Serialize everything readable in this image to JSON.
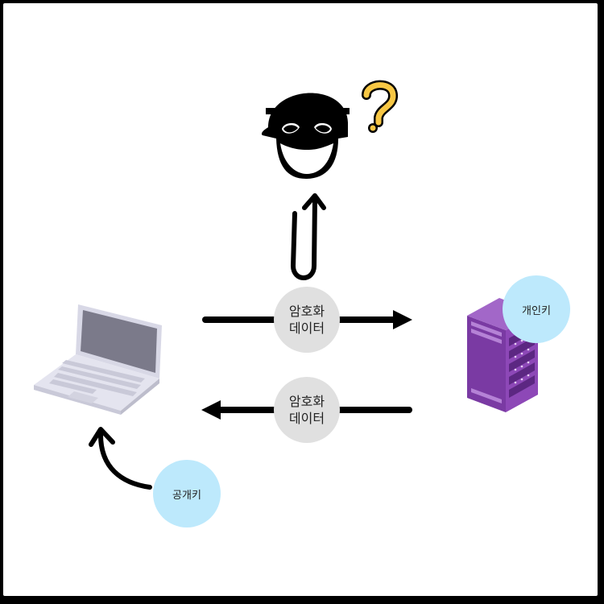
{
  "labels": {
    "encrypted_top": [
      "암호화",
      "데이터"
    ],
    "encrypted_bottom": [
      "암호화",
      "데이터"
    ],
    "private_key": "개인키",
    "public_key": "공개키"
  },
  "colors": {
    "frame_border": "#000000",
    "background": "#ffffff",
    "bubble_gray": "#e0e0e0",
    "bubble_blue": "#bde9fc",
    "server_purple": "#8a45b4",
    "laptop_body": "#e4e4ef",
    "laptop_screen": "#7b7a8a",
    "question_mark": "#f7c744"
  },
  "icons": [
    "laptop-icon",
    "server-icon",
    "hacker-icon",
    "question-mark-icon"
  ]
}
